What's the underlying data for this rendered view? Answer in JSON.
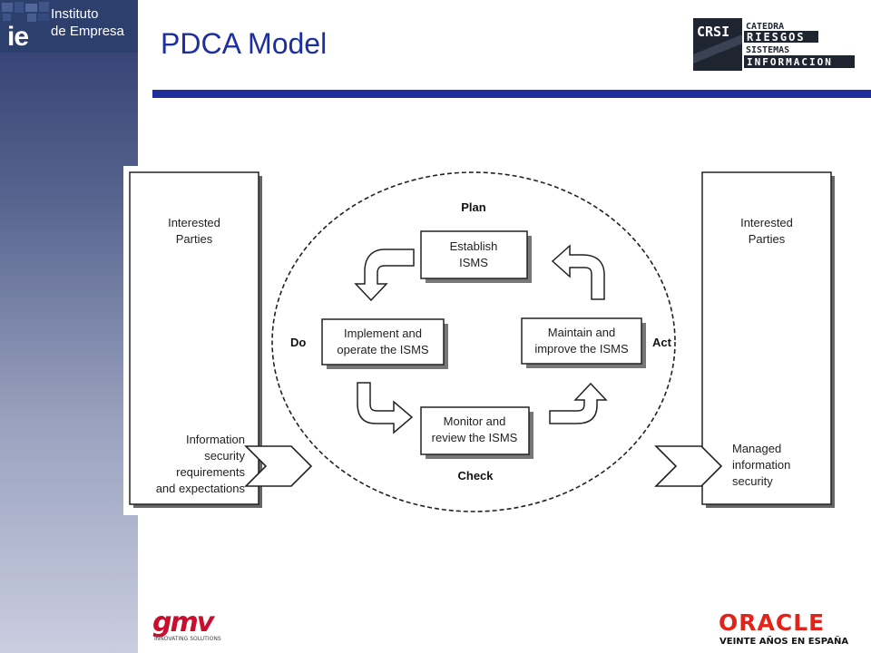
{
  "header": {
    "title": "PDCA Model",
    "ie_logo": {
      "mark": "ie",
      "line1": "Instituto",
      "line2": "de Empresa"
    },
    "crsi_logo": {
      "mark": "CRSI",
      "line1": "CATEDRA",
      "line2": "RIESGOS",
      "line3": "SISTEMAS",
      "line4": "INFORMACION"
    }
  },
  "diagram": {
    "phases": {
      "plan": "Plan",
      "do": "Do",
      "check": "Check",
      "act": "Act"
    },
    "steps": {
      "establish": [
        "Establish",
        "ISMS"
      ],
      "implement": [
        "Implement and",
        "operate the ISMS"
      ],
      "monitor": [
        "Monitor and",
        "review the ISMS"
      ],
      "maintain": [
        "Maintain and",
        "improve the ISMS"
      ]
    },
    "left_panel": {
      "title": [
        "Interested",
        "Parties"
      ],
      "note": [
        "Information",
        "security",
        "requirements",
        "and expectations"
      ]
    },
    "right_panel": {
      "title": [
        "Interested",
        "Parties"
      ],
      "note": [
        "Managed",
        "information",
        "security"
      ]
    }
  },
  "footer": {
    "gmv_logo": {
      "mark": "gmv",
      "tagline": "INNOVATING SOLUTIONS"
    },
    "oracle_logo": {
      "mark": "ORACLE",
      "tagline": "VEINTE AÑOS EN ESPAÑA",
      "brand_color": "#e2231a"
    }
  }
}
